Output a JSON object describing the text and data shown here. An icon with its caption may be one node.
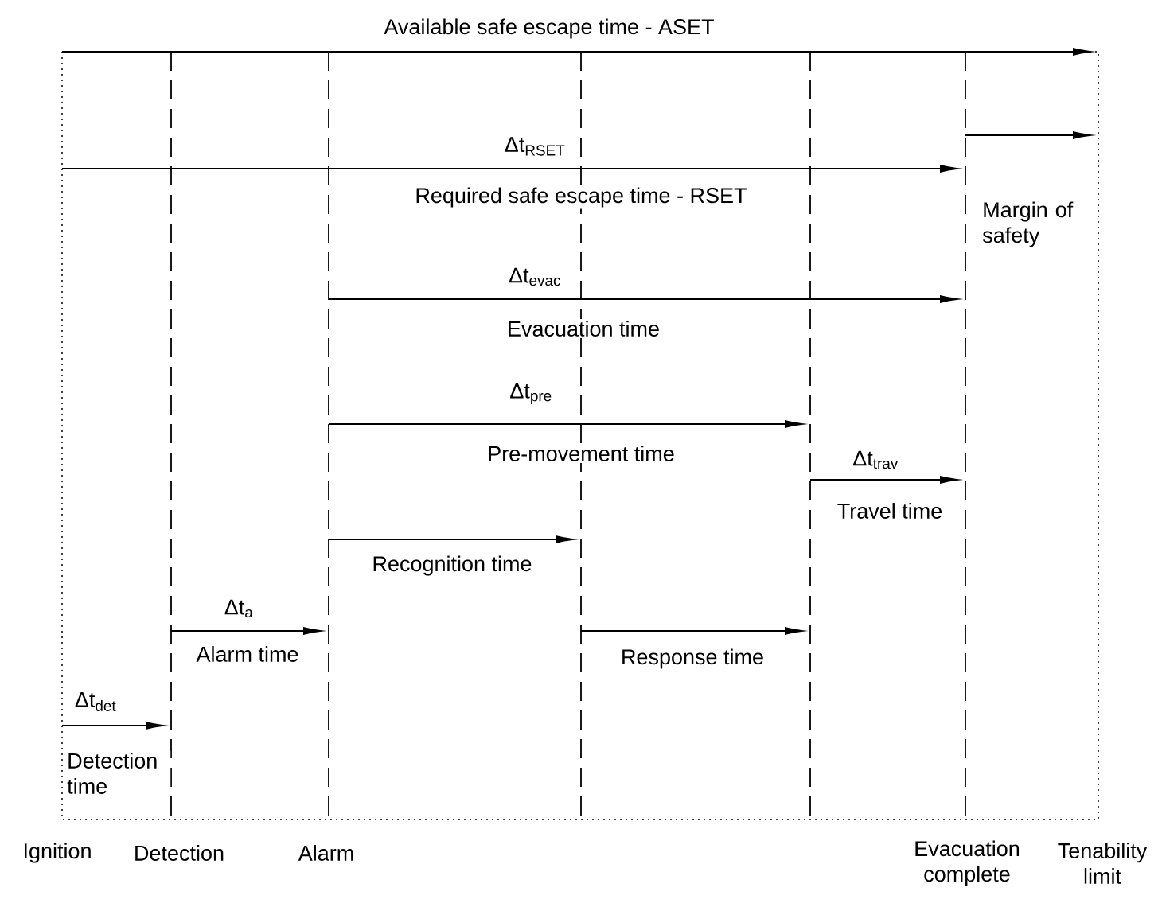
{
  "diagram": {
    "labels": [
      "Available safe escape time - ASET",
      "Δt$_{RSET}$",
      "Required safe escape time - RSET",
      "Margin of safety",
      "Δt$_{evac}$",
      "Evacuation time",
      "Δt$_{pre}$",
      "Pre-movement time",
      "Δt$_{trav}$",
      "Travel time",
      "Recognition time",
      "Δt$_{a}$",
      "Alarm time",
      "Response time",
      "Δt$_{det}$",
      "Detection time",
      "Ignition",
      "Detection",
      "Alarm",
      "Evacuation complete",
      "Tenability limit"
    ]
  }
}
